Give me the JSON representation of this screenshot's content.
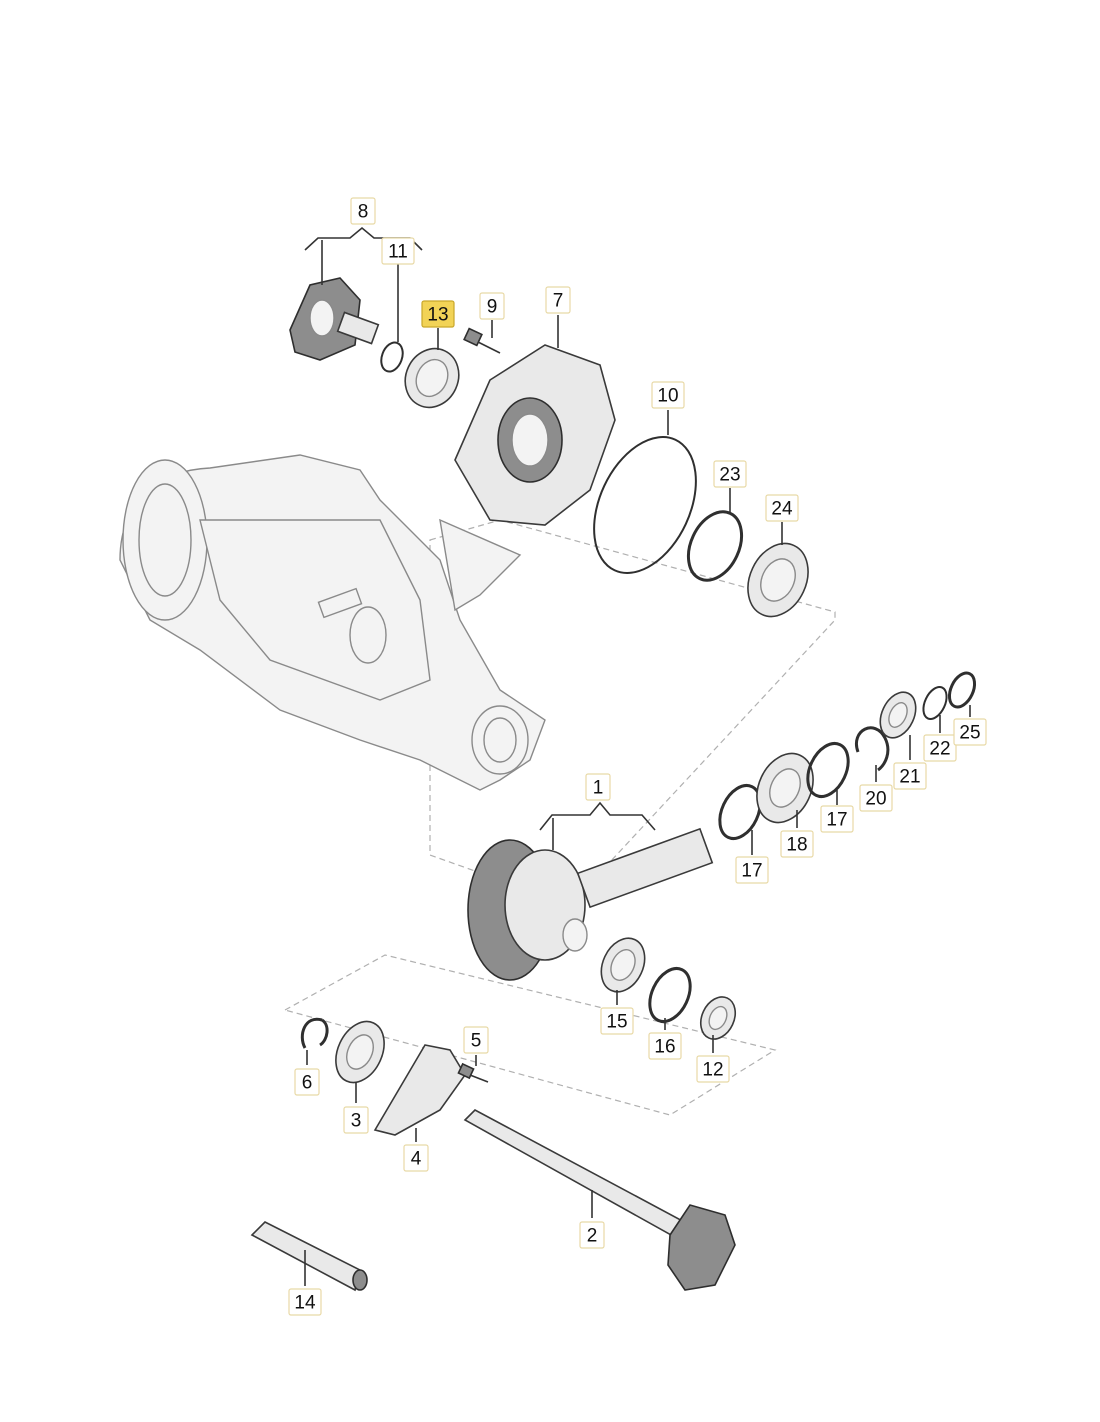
{
  "diagram": {
    "labels": [
      {
        "id": "1",
        "text": "1"
      },
      {
        "id": "2",
        "text": "2"
      },
      {
        "id": "3",
        "text": "3"
      },
      {
        "id": "4",
        "text": "4"
      },
      {
        "id": "5",
        "text": "5"
      },
      {
        "id": "6",
        "text": "6"
      },
      {
        "id": "7",
        "text": "7"
      },
      {
        "id": "8",
        "text": "8"
      },
      {
        "id": "9",
        "text": "9"
      },
      {
        "id": "10",
        "text": "10"
      },
      {
        "id": "11",
        "text": "11"
      },
      {
        "id": "12",
        "text": "12"
      },
      {
        "id": "13",
        "text": "13",
        "highlighted": true
      },
      {
        "id": "14",
        "text": "14"
      },
      {
        "id": "15",
        "text": "15"
      },
      {
        "id": "16",
        "text": "16"
      },
      {
        "id": "17a",
        "text": "17"
      },
      {
        "id": "17b",
        "text": "17"
      },
      {
        "id": "18",
        "text": "18"
      },
      {
        "id": "20",
        "text": "20"
      },
      {
        "id": "21",
        "text": "21"
      },
      {
        "id": "22",
        "text": "22"
      },
      {
        "id": "23",
        "text": "23"
      },
      {
        "id": "24",
        "text": "24"
      },
      {
        "id": "25",
        "text": "25"
      }
    ],
    "colors": {
      "highlight": "#f2d356",
      "label_border": "#e8d9a6",
      "line": "#333333"
    }
  }
}
